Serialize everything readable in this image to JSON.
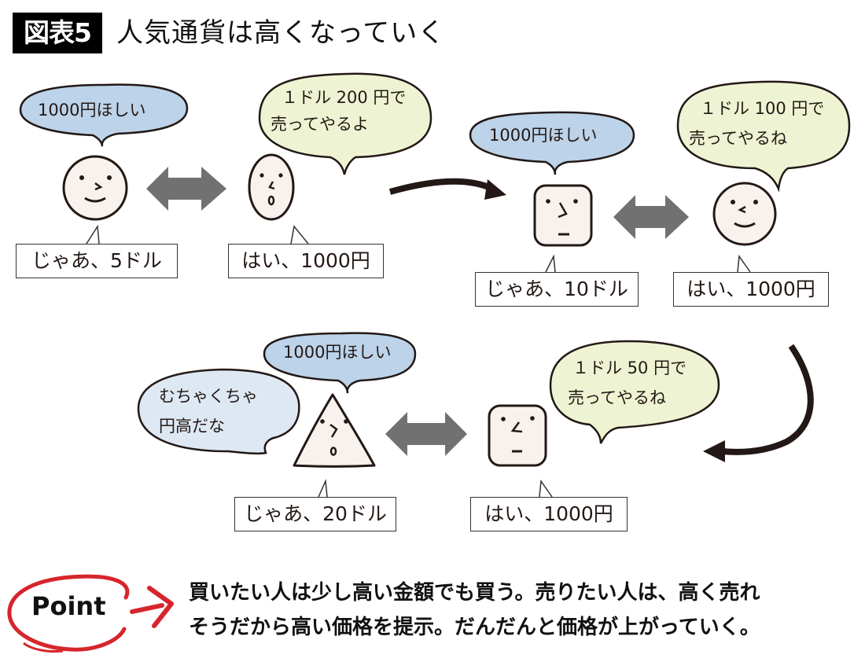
{
  "header": {
    "figure_badge": "図表5",
    "title": "人気通貨は高くなっていく"
  },
  "colors": {
    "buyer_bubble": "#bcd3e9",
    "seller_bubble": "#eef4d3",
    "reaction_bubble": "#dde8f3",
    "face_fill": "#f7f2ee",
    "double_arrow": "#727171",
    "flow_arrow": "#231815",
    "point_accent": "#d7252c"
  },
  "scenes": [
    {
      "buyer": {
        "shape": "circle-smile-face",
        "bubble": "1000円ほしい",
        "reply": "じゃあ、5ドル"
      },
      "seller": {
        "shape": "oval-face",
        "bubble_line1": "１ドル 200 円で",
        "bubble_line2": "売ってやるよ",
        "reply": "はい、1000円"
      }
    },
    {
      "buyer": {
        "shape": "square-face",
        "bubble": "1000円ほしい",
        "reply": "じゃあ、10ドル"
      },
      "seller": {
        "shape": "circle-smile-face",
        "bubble_line1": "１ドル 100 円で",
        "bubble_line2": "売ってやるね",
        "reply": "はい、1000円"
      }
    },
    {
      "buyer": {
        "shape": "triangle-face",
        "bubble": "1000円ほしい",
        "reaction_line1": "むちゃくちゃ",
        "reaction_line2": "円高だな",
        "reply": "じゃあ、20ドル"
      },
      "seller": {
        "shape": "square-face",
        "bubble_line1": "１ドル 50 円で",
        "bubble_line2": "売ってやるね",
        "reply": "はい、1000円"
      }
    }
  ],
  "point": {
    "label": "Point",
    "line1": "買いたい人は少し高い金額でも買う。売りたい人は、高く売れ",
    "line2": "そうだから高い価格を提示。だんだんと価格が上がっていく。"
  }
}
